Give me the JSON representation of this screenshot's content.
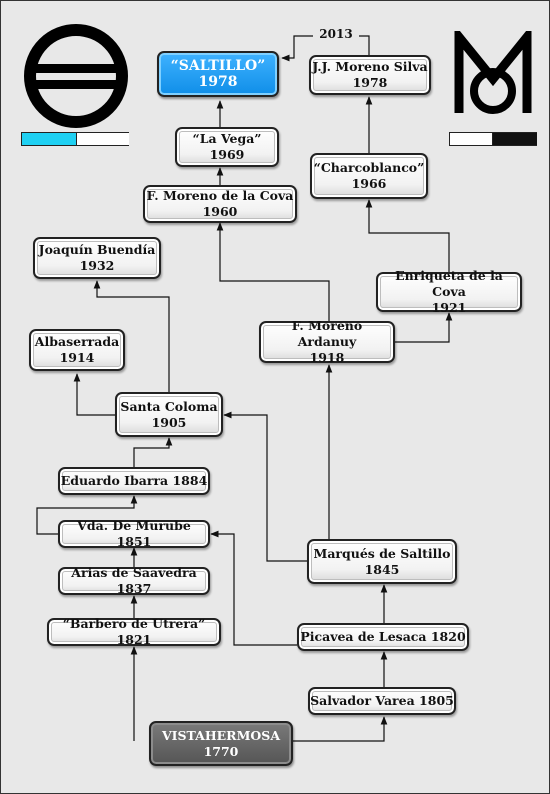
{
  "year_label": "2013",
  "nodes": {
    "saltillo": [
      "“SALTILLO”",
      "1978"
    ],
    "jj_moreno_silva": [
      "J.J. Moreno Silva",
      "1978"
    ],
    "la_vega": [
      "“La Vega”",
      "1969"
    ],
    "charcoblanco": [
      "“Charcoblanco”",
      "1966"
    ],
    "f_moreno_cova": [
      "F. Moreno de la Cova",
      "1960"
    ],
    "joaquin_buendia": [
      "Joaquín Buendía",
      "1932"
    ],
    "enriqueta_cova": [
      "Enriqueta de la Cova",
      "1921"
    ],
    "albaserrada": [
      "Albaserrada",
      "1914"
    ],
    "f_moreno_ardanuy": [
      "F. Moreno Ardanuy",
      "1918"
    ],
    "santa_coloma": [
      "Santa Coloma",
      "1905"
    ],
    "eduardo_ibarra": [
      "Eduardo Ibarra 1884"
    ],
    "vda_murube": [
      "Vda. De Murube 1851"
    ],
    "marques_saltillo": [
      "Marqués de Saltillo",
      "1845"
    ],
    "arias_saavedra": [
      "Arias de Saavedra 1837"
    ],
    "barbero_utrera": [
      "“Barbero de Utrera” 1821"
    ],
    "picavea_lesaca": [
      "Picavea de Lesaca 1820"
    ],
    "salvador_varea": [
      "Salvador Varea 1805"
    ],
    "vistahermosa": [
      "VISTAHERMOSA",
      "1770"
    ]
  },
  "colors": {
    "highlight": "#1a9cf0",
    "root": "#5e5e5e",
    "bar_left_fill": "#1fd0f2",
    "bar_right_fill": "#111111"
  },
  "logos": {
    "left": "circle-with-horizontal-bars-icon",
    "right": "mo-monogram-icon"
  }
}
